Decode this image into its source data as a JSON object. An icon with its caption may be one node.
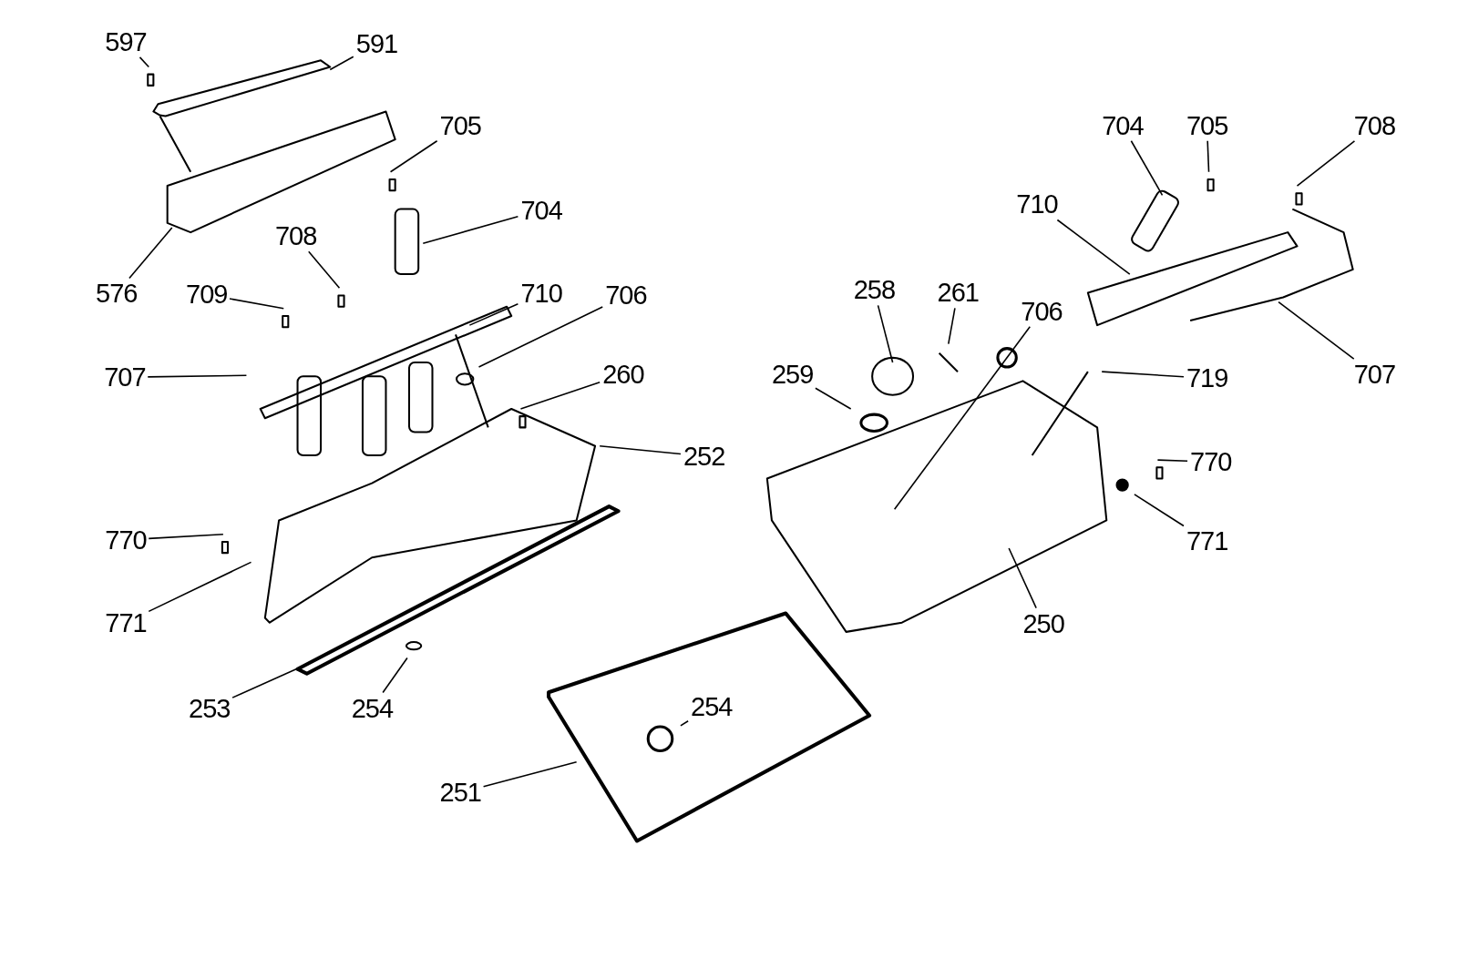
{
  "diagram": {
    "nodes": [
      {
        "text": [
          "597"
        ]
      },
      {
        "text": [
          "591"
        ]
      },
      {
        "text": [
          "705"
        ]
      },
      {
        "text": [
          "704"
        ]
      },
      {
        "text": [
          "576"
        ]
      },
      {
        "text": [
          "708"
        ]
      },
      {
        "text": [
          "709"
        ]
      },
      {
        "text": [
          "710"
        ]
      },
      {
        "text": [
          "706"
        ]
      },
      {
        "text": [
          "707"
        ]
      },
      {
        "text": [
          "260"
        ]
      },
      {
        "text": [
          "252"
        ]
      },
      {
        "text": [
          "770"
        ]
      },
      {
        "text": [
          "771"
        ]
      },
      {
        "text": [
          "253"
        ]
      },
      {
        "text": [
          "254"
        ]
      },
      {
        "text": [
          "251"
        ]
      },
      {
        "text": [
          "254"
        ]
      },
      {
        "text": [
          "704"
        ]
      },
      {
        "text": [
          "705"
        ]
      },
      {
        "text": [
          "708"
        ]
      },
      {
        "text": [
          "710"
        ]
      },
      {
        "text": [
          "258"
        ]
      },
      {
        "text": [
          "261"
        ]
      },
      {
        "text": [
          "706"
        ]
      },
      {
        "text": [
          "259"
        ]
      },
      {
        "text": [
          "719"
        ]
      },
      {
        "text": [
          "707"
        ]
      },
      {
        "text": [
          "770"
        ]
      },
      {
        "text": [
          "771"
        ]
      },
      {
        "text": [
          "250"
        ]
      }
    ],
    "edges": [
      {
        "from": 0,
        "to": null,
        "arrow": "none"
      },
      {
        "from": 1,
        "to": null,
        "arrow": "none"
      },
      {
        "from": 2,
        "to": null,
        "arrow": "none"
      },
      {
        "from": 3,
        "to": null,
        "arrow": "none"
      },
      {
        "from": 4,
        "to": null,
        "arrow": "none"
      },
      {
        "from": 5,
        "to": null,
        "arrow": "none"
      },
      {
        "from": 6,
        "to": null,
        "arrow": "none"
      },
      {
        "from": 7,
        "to": null,
        "arrow": "none"
      },
      {
        "from": 8,
        "to": null,
        "arrow": "none"
      },
      {
        "from": 9,
        "to": null,
        "arrow": "none"
      },
      {
        "from": 10,
        "to": null,
        "arrow": "none"
      },
      {
        "from": 11,
        "to": null,
        "arrow": "none"
      },
      {
        "from": 12,
        "to": null,
        "arrow": "none"
      },
      {
        "from": 13,
        "to": null,
        "arrow": "none"
      },
      {
        "from": 14,
        "to": null,
        "arrow": "none"
      },
      {
        "from": 15,
        "to": null,
        "arrow": "none"
      },
      {
        "from": 16,
        "to": null,
        "arrow": "none"
      },
      {
        "from": 17,
        "to": null,
        "arrow": "none"
      },
      {
        "from": 18,
        "to": null,
        "arrow": "none"
      },
      {
        "from": 19,
        "to": null,
        "arrow": "none"
      },
      {
        "from": 20,
        "to": null,
        "arrow": "none"
      },
      {
        "from": 21,
        "to": null,
        "arrow": "none"
      },
      {
        "from": 22,
        "to": null,
        "arrow": "none"
      },
      {
        "from": 23,
        "to": null,
        "arrow": "none"
      },
      {
        "from": 24,
        "to": null,
        "arrow": "none"
      },
      {
        "from": 25,
        "to": null,
        "arrow": "none"
      },
      {
        "from": 26,
        "to": null,
        "arrow": "none"
      },
      {
        "from": 27,
        "to": null,
        "arrow": "none"
      },
      {
        "from": 28,
        "to": null,
        "arrow": "none"
      },
      {
        "from": 29,
        "to": null,
        "arrow": "none"
      },
      {
        "from": 30,
        "to": null,
        "arrow": "none"
      }
    ]
  }
}
